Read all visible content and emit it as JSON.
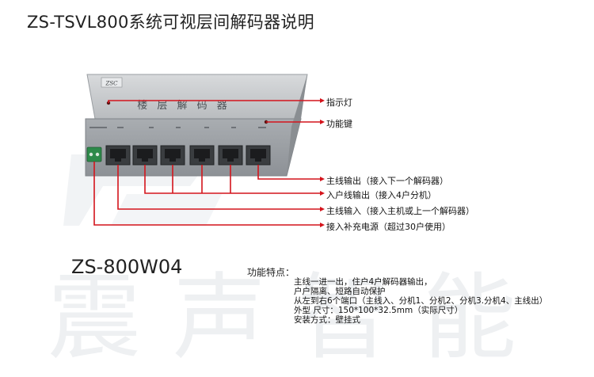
{
  "title": "ZS-TSVL800系统可视层间解码器说明",
  "device": {
    "logo": "ZSC",
    "front_text": "楼 层 解 码 器",
    "port_count": 6
  },
  "callouts": {
    "indicator": "指示灯",
    "function_key": "功能键",
    "main_out": "主线输出（接入下一个解码器）",
    "household_out": "入户线输出（接入4户分机）",
    "main_in": "主线输入（接入主机或上一个解码器）",
    "power": "接入补充电源（超过30户使用）"
  },
  "model": "ZS-800W04",
  "features": {
    "heading": "功能特点：",
    "lines": [
      "主线一进一出，住户4户解码器输出，",
      "户户隔离、短路自动保护",
      "从左到右6个端口（主线入、分机1、分机2、分机3.分机4、主线出）",
      "外型 尺寸：150*100*32.5mm（实际尺寸）",
      "安装方式：壁挂式"
    ]
  },
  "watermark": "震声智能",
  "colors": {
    "pointer": "#d4141c",
    "body": "#c9ccce",
    "port": "#3a3d40"
  }
}
